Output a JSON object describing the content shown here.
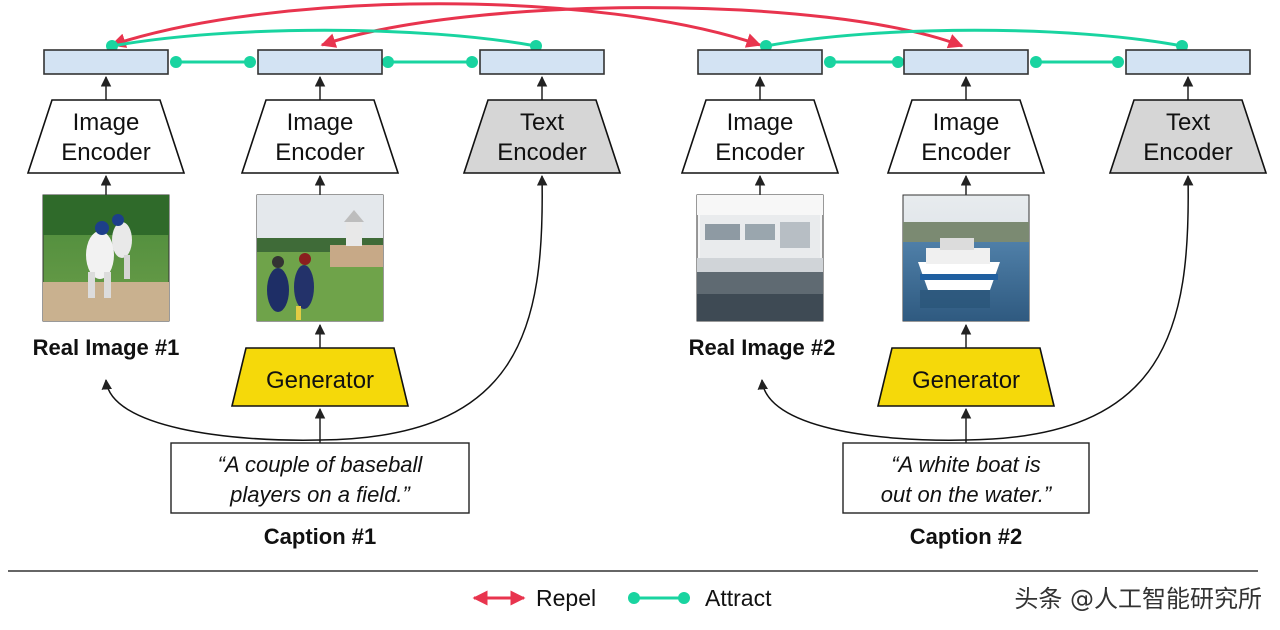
{
  "encoders": {
    "image_label_line1": "Image",
    "image_label_line2": "Encoder",
    "text_label_line1": "Text",
    "text_label_line2": "Encoder"
  },
  "generator_label": "Generator",
  "groups": [
    {
      "real_image_label": "Real Image #1",
      "caption_line1": "“A couple of baseball",
      "caption_line2": "players on a field.”",
      "caption_title": "Caption #1"
    },
    {
      "real_image_label": "Real Image #2",
      "caption_line1": "“A white boat is",
      "caption_line2": "out on the water.”",
      "caption_title": "Caption #2"
    }
  ],
  "legend": {
    "repel_label": "Repel",
    "attract_label": "Attract"
  },
  "watermark": "头条 @人工智能研究所",
  "colors": {
    "repel": "#e8344e",
    "attract": "#19d4a0",
    "generator": "#f5d90a",
    "embedding": "#d3e3f3",
    "text_encoder": "#d6d6d6"
  }
}
